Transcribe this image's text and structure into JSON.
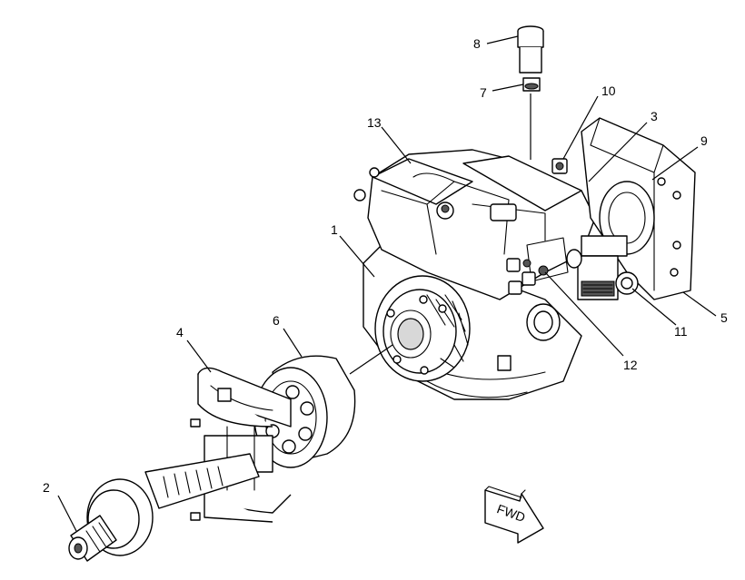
{
  "callouts": [
    {
      "id": "c1",
      "label": "1"
    },
    {
      "id": "c2",
      "label": "2"
    },
    {
      "id": "c3",
      "label": "3"
    },
    {
      "id": "c4",
      "label": "4"
    },
    {
      "id": "c5",
      "label": "5"
    },
    {
      "id": "c6",
      "label": "6"
    },
    {
      "id": "c7",
      "label": "7"
    },
    {
      "id": "c8",
      "label": "8"
    },
    {
      "id": "c9",
      "label": "9"
    },
    {
      "id": "c10",
      "label": "10"
    },
    {
      "id": "c11",
      "label": "11"
    },
    {
      "id": "c12",
      "label": "12"
    },
    {
      "id": "c13",
      "label": "13"
    }
  ],
  "direction_arrow": {
    "label": "FWD"
  }
}
